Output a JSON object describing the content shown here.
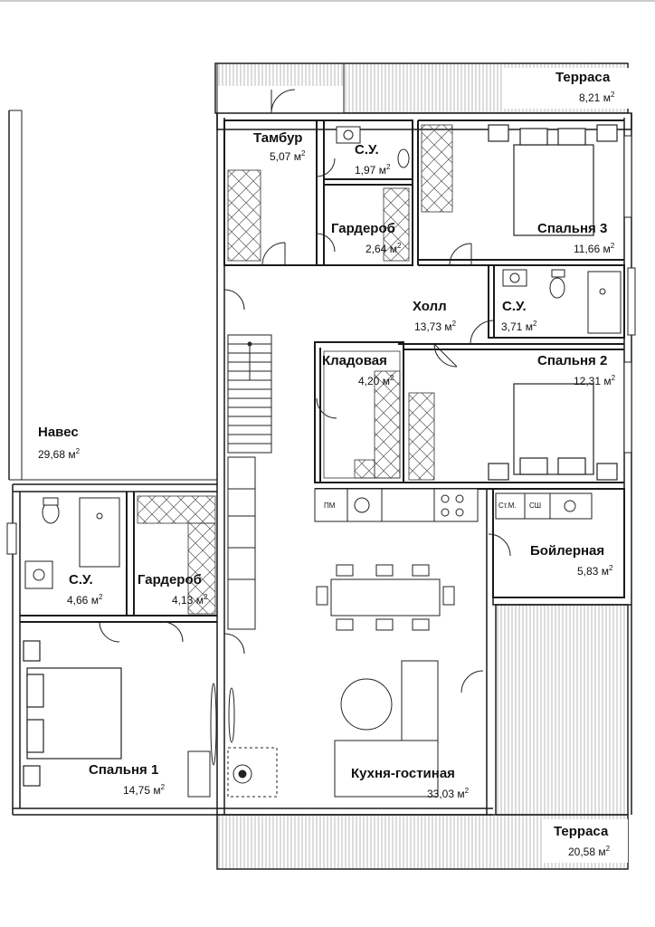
{
  "rooms": {
    "terrace_top": {
      "name": "Терраса",
      "area": "8,21 м"
    },
    "tambur": {
      "name": "Тамбур",
      "area": "5,07 м"
    },
    "su_top": {
      "name": "С.У.",
      "area": "1,97 м"
    },
    "bedroom3": {
      "name": "Спальня 3",
      "area": "11,66 м"
    },
    "wardrobe_top": {
      "name": "Гардероб",
      "area": "2,64 м"
    },
    "hall": {
      "name": "Холл",
      "area": "13,73 м"
    },
    "su_mid": {
      "name": "С.У.",
      "area": "3,71 м"
    },
    "pantry": {
      "name": "Кладовая",
      "area": "4,20 м"
    },
    "bedroom2": {
      "name": "Спальня 2",
      "area": "12,31 м"
    },
    "canopy": {
      "name": "Навес",
      "area": "29,68 м"
    },
    "su_left": {
      "name": "С.У.",
      "area": "4,66 м"
    },
    "wardrobe_left": {
      "name": "Гардероб",
      "area": "4,13 м"
    },
    "boiler": {
      "name": "Бойлерная",
      "area": "5,83 м"
    },
    "bedroom1": {
      "name": "Спальня 1",
      "area": "14,75 м"
    },
    "kitchen_living": {
      "name": "Кухня-гостиная",
      "area": "33,03 м"
    },
    "terrace_bottom": {
      "name": "Терраса",
      "area": "20,58 м"
    }
  },
  "area_exponent": "2",
  "appliances": {
    "fridge": "ПМ",
    "washer": "Ст.М.",
    "dryer": "СШ"
  }
}
